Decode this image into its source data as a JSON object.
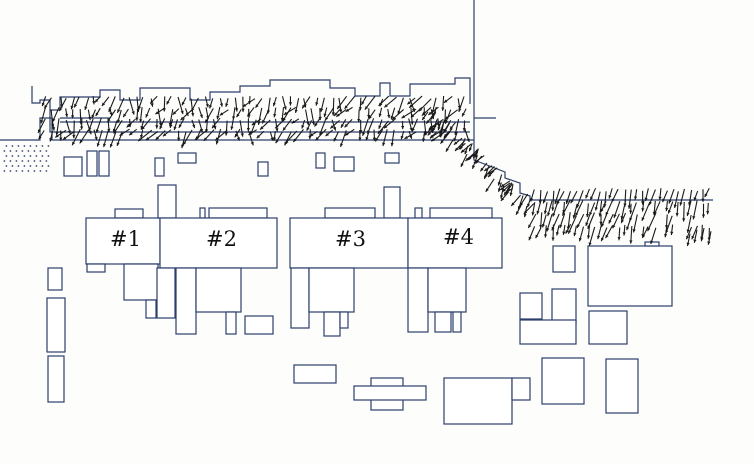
{
  "units": [
    {
      "label": "#1"
    },
    {
      "label": "#2"
    },
    {
      "label": "#3"
    },
    {
      "label": "#4"
    }
  ],
  "colors": {
    "outline": "#2c3e6b",
    "vector": "#1a1a1a",
    "background": "#fdfdfb"
  }
}
